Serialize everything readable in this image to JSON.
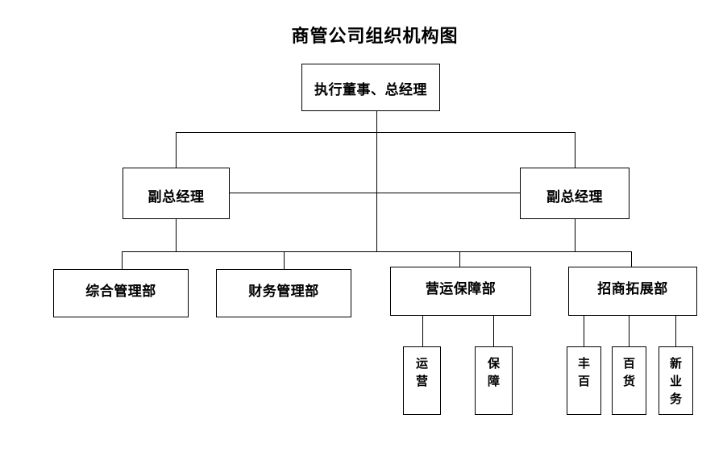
{
  "document": {
    "title": "商管公司组织机构图",
    "background_color": "#ffffff",
    "line_color": "#000000",
    "text_color": "#000000"
  },
  "chart_data": {
    "type": "diagram",
    "diagram_type": "organizational-chart",
    "title": "商管公司组织机构图",
    "orientation": "top-down",
    "levels": 4,
    "nodes": [
      {
        "id": "executive-director",
        "label": "执行董事、总经理",
        "level": 0,
        "text_orientation": "horizontal",
        "parent": null
      },
      {
        "id": "deputy-gm-left",
        "label": "副总经理",
        "level": 1,
        "text_orientation": "horizontal",
        "parent": "executive-director"
      },
      {
        "id": "deputy-gm-right",
        "label": "副总经理",
        "level": 1,
        "text_orientation": "horizontal",
        "parent": "executive-director"
      },
      {
        "id": "general-admin-dept",
        "label": "综合管理部",
        "level": 2,
        "text_orientation": "horizontal",
        "parent": "deputy-gm-left"
      },
      {
        "id": "finance-dept",
        "label": "财务管理部",
        "level": 2,
        "text_orientation": "horizontal",
        "parent": "deputy-gm-left"
      },
      {
        "id": "operations-dept",
        "label": "营运保障部",
        "level": 2,
        "text_orientation": "horizontal",
        "parent": "deputy-gm-right"
      },
      {
        "id": "investment-dept",
        "label": "招商拓展部",
        "level": 2,
        "text_orientation": "horizontal",
        "parent": "deputy-gm-right"
      },
      {
        "id": "operation-team",
        "label": "运营",
        "level": 3,
        "text_orientation": "vertical",
        "parent": "operations-dept"
      },
      {
        "id": "support-team",
        "label": "保障",
        "level": 3,
        "text_orientation": "vertical",
        "parent": "operations-dept"
      },
      {
        "id": "fengbai-team",
        "label": "丰百",
        "level": 3,
        "text_orientation": "vertical",
        "parent": "investment-dept"
      },
      {
        "id": "department-store",
        "label": "百货",
        "level": 3,
        "text_orientation": "vertical",
        "parent": "investment-dept"
      },
      {
        "id": "new-business-team",
        "label": "新业务",
        "level": 3,
        "text_orientation": "vertical",
        "parent": "investment-dept"
      }
    ]
  },
  "nodes": {
    "executive_director": {
      "label": "执行董事、总经理"
    },
    "deputy_gm_left": {
      "label": "副总经理"
    },
    "deputy_gm_right": {
      "label": "副总经理"
    },
    "general_admin_dept": {
      "label": "综合管理部"
    },
    "finance_dept": {
      "label": "财务管理部"
    },
    "operations_dept": {
      "label": "营运保障部"
    },
    "investment_dept": {
      "label": "招商拓展部"
    },
    "operation_team": {
      "label": "运营",
      "chars": [
        "运",
        "营"
      ]
    },
    "support_team": {
      "label": "保障",
      "chars": [
        "保",
        "障"
      ]
    },
    "fengbai_team": {
      "label": "丰百",
      "chars": [
        "丰",
        "百"
      ]
    },
    "department_store": {
      "label": "百货",
      "chars": [
        "百",
        "货"
      ]
    },
    "new_business_team": {
      "label": "新业务",
      "chars": [
        "新",
        "业",
        "务"
      ]
    }
  }
}
